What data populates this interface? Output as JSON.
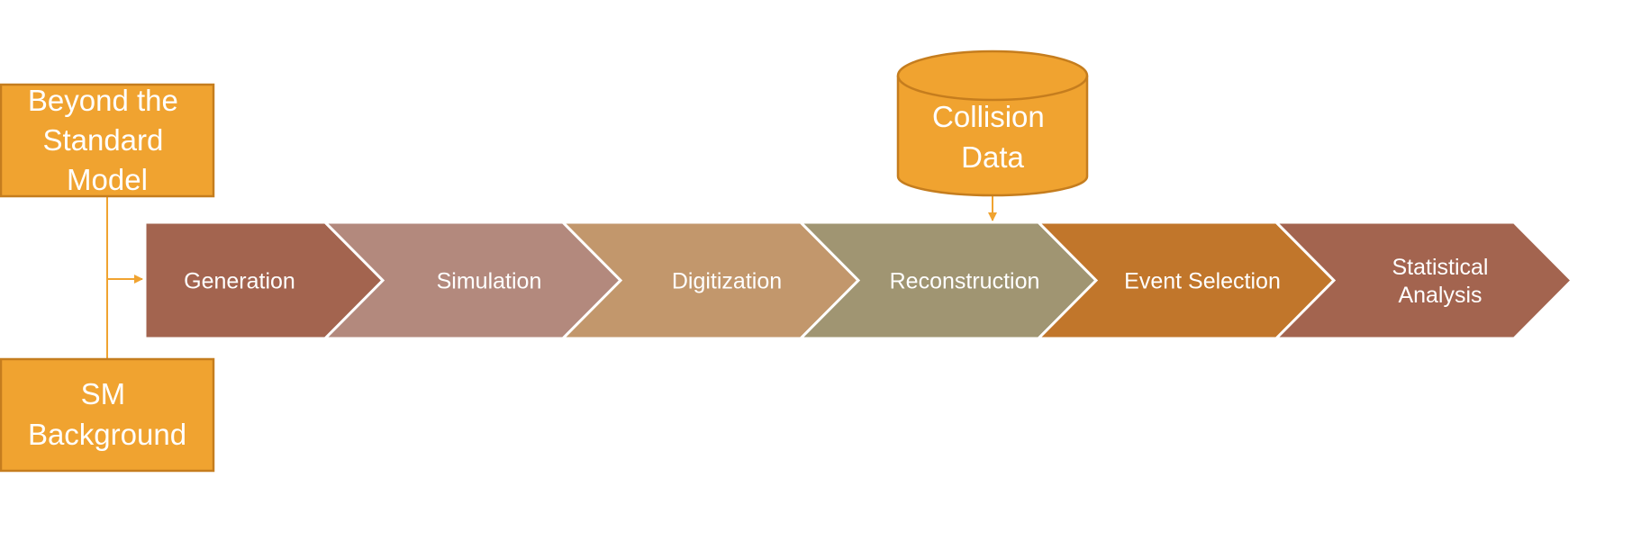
{
  "inputs": {
    "bsm": {
      "lines": [
        "Beyond the",
        "Standard",
        "Model"
      ]
    },
    "sm": {
      "lines": [
        "SM",
        "Background"
      ]
    },
    "collision": {
      "lines": [
        "Collision",
        "Data"
      ]
    }
  },
  "pipeline": [
    {
      "lines": [
        "Generation"
      ],
      "color": "#A3644F"
    },
    {
      "lines": [
        "Simulation"
      ],
      "color": "#B3897D"
    },
    {
      "lines": [
        "Digitization"
      ],
      "color": "#C2976C"
    },
    {
      "lines": [
        "Reconstruction"
      ],
      "color": "#A09572"
    },
    {
      "lines": [
        "Event Selection"
      ],
      "color": "#C1762B"
    },
    {
      "lines": [
        "Statistical",
        "Analysis"
      ],
      "color": "#A3644F"
    }
  ],
  "colors": {
    "input_fill": "#F0A330",
    "input_stroke": "#C57D1E",
    "connector": "#F0A330"
  }
}
